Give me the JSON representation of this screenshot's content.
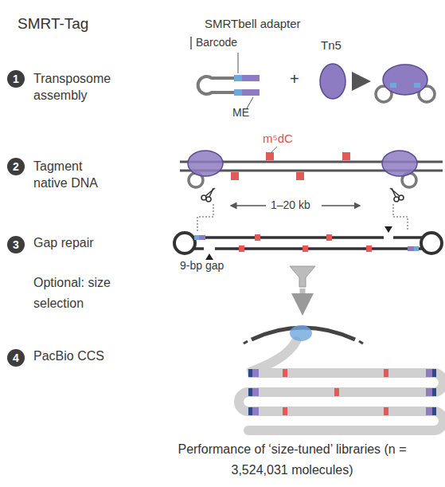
{
  "diagram": {
    "title": "SMRT-Tag",
    "caption": "Performance of ‘size-tuned’ libraries (n = 3,524,031 molecules)",
    "nodes": [
      {
        "text": [
          "1"
        ]
      },
      {
        "text": [
          "2"
        ]
      },
      {
        "text": [
          "3"
        ]
      },
      {
        "text": [
          "4"
        ]
      }
    ],
    "labels": [
      "SMRTbell adapter",
      "Barcode",
      "Tn5",
      "Transposome assembly",
      "+",
      "ME",
      "m⁵dC",
      "Tagment native DNA",
      "1–20 kb",
      "Gap repair",
      "9-bp gap",
      "Optional: size selection",
      "PacBio CCS"
    ]
  }
}
